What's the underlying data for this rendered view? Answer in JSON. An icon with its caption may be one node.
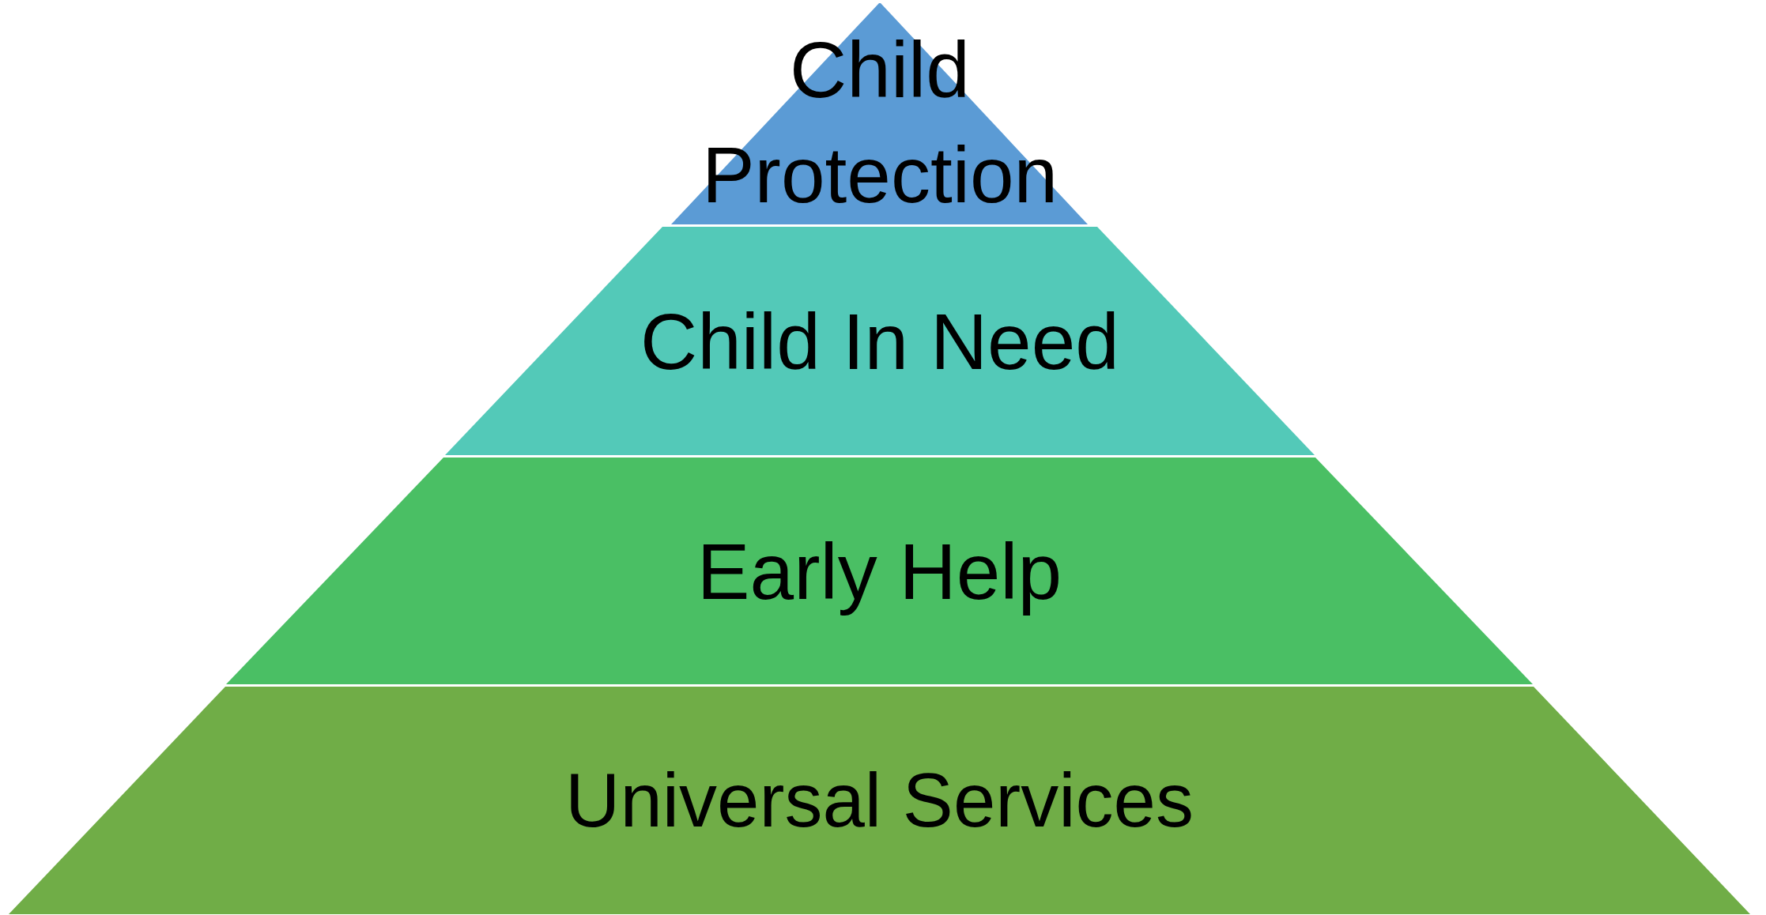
{
  "diagram": {
    "nodes": [
      {
        "text": [
          "Child Protection"
        ]
      },
      {
        "text": [
          "Child In Need"
        ]
      },
      {
        "text": [
          "Early Help"
        ]
      },
      {
        "text": [
          "Universal Services"
        ]
      }
    ]
  }
}
